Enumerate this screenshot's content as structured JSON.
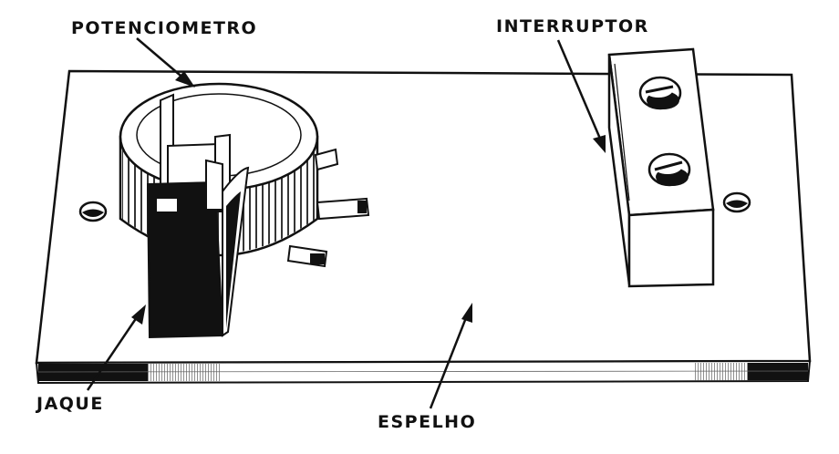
{
  "labels": {
    "potenciometro": "POTENCIOMETRO",
    "interruptor": "INTERRUPTOR",
    "jaque": "JAQUE",
    "espelho": "ESPELHO"
  },
  "colors": {
    "ink": "#111111",
    "paper": "#ffffff"
  }
}
